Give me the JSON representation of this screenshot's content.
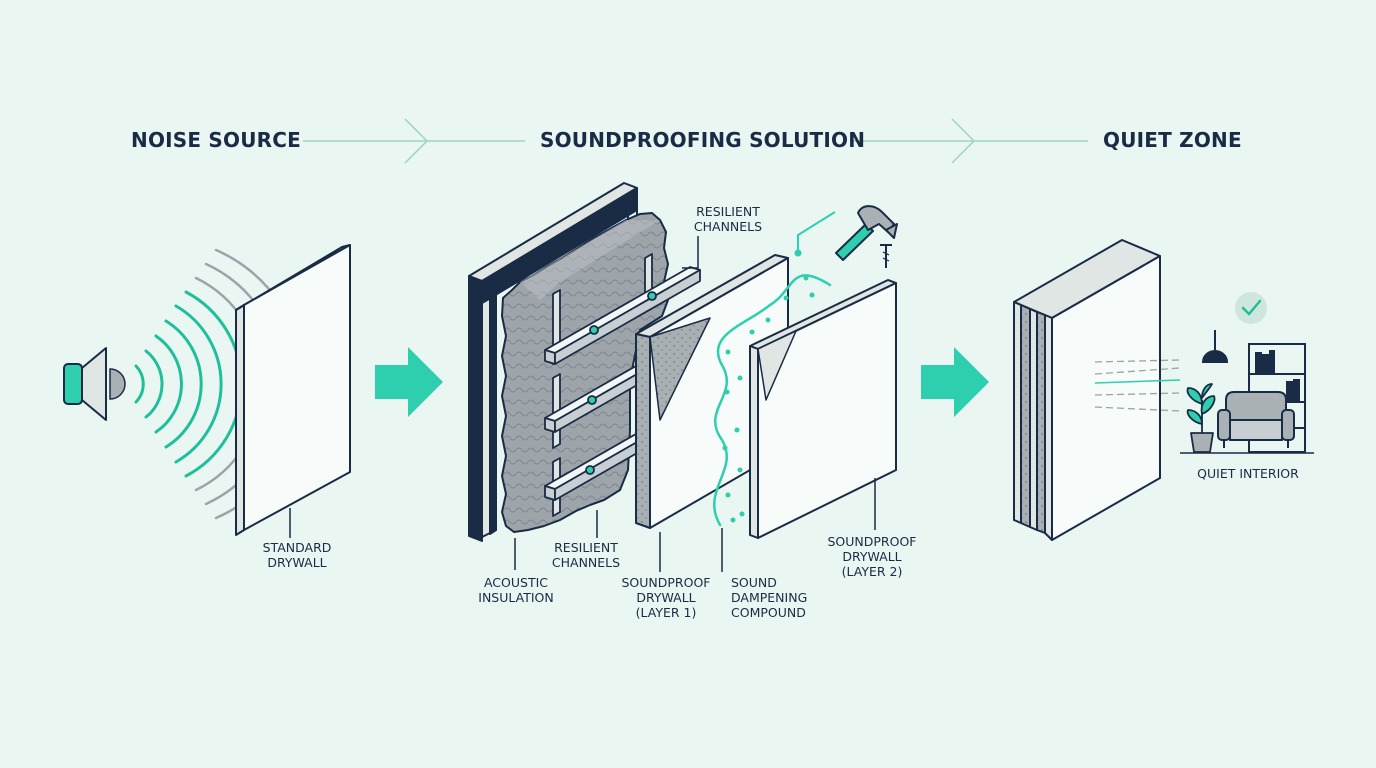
{
  "headings": {
    "noise_source": "NOISE SOURCE",
    "soundproofing_solution": "SOUNDPROOFING SOLUTION",
    "quiet_zone": "QUIET ZONE"
  },
  "labels": {
    "standard_drywall": [
      "STANDARD",
      "DRYWALL"
    ],
    "resilient_channels_top": [
      "RESILIENT",
      "CHANNELS"
    ],
    "resilient_channels_bottom": [
      "RESILIENT",
      "CHANNELS"
    ],
    "acoustic_insulation": [
      "ACOUSTIC",
      "INSULATION"
    ],
    "soundproof_drywall_layer1": [
      "SOUNDPROOF",
      "DRYWALL",
      "(LAYER 1)"
    ],
    "sound_dampening_compound": [
      "SOUND",
      "DAMPENING",
      "COMPOUND"
    ],
    "soundproof_drywall_layer2": [
      "SOUNDPROOF",
      "DRYWALL",
      "(LAYER 2)"
    ],
    "quiet_interior": "QUIET INTERIOR"
  },
  "colors": {
    "background": "#e9f6f1",
    "navy": "#1a2b45",
    "teal": "#2ecfae",
    "gray_wave": "#9aa4ab",
    "insulation": "#9ea5aa",
    "panel_face": "#f7fbf9"
  },
  "icons": [
    "speaker-icon",
    "hammer-icon",
    "nail-icon",
    "checkmark-icon",
    "pendant-lamp-icon",
    "armchair-icon",
    "plant-icon",
    "bookshelf-icon"
  ]
}
